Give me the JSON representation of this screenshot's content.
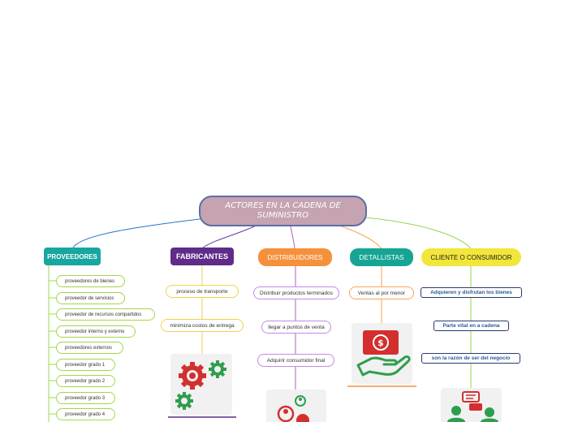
{
  "root": {
    "title": "ACTORES EN LA CADENA DE SUMINISTRO"
  },
  "branches": {
    "proveedores": {
      "label": "PROVEEDORES",
      "items": [
        "proveedores de bienes",
        "proveedor de servicios",
        "proveedor de recursos compartidos",
        "proveedor interno y externo",
        "proveedores externos",
        "proveedor grado 1",
        "proveedor grado 2",
        "proveedor grado 3",
        "proveedor grado 4"
      ]
    },
    "fabricantes": {
      "label": "FABRICANTES",
      "items": [
        "proceso de transporte",
        "minimiza costos de entrega"
      ],
      "icon": "gears-icon"
    },
    "distribuidores": {
      "label": "DISTRIBUIDORES",
      "items": [
        "Distribuir productos terminados",
        "llegar a puntos de venta",
        "Adquirir consumidor final"
      ],
      "icon": "network-people-icon"
    },
    "detallistas": {
      "label": "DETALLISTAS",
      "items": [
        "Ventas al por menor"
      ],
      "icon": "money-hand-icon"
    },
    "cliente": {
      "label": "CLIENTE O CONSUMIDOR",
      "items": [
        "Adquieren y disfrutan los bienes",
        "Parte vital en a cadena",
        "son la razón de ser del negocio"
      ],
      "icon": "conversation-icon"
    }
  },
  "colors": {
    "root_fill": "#c5a3b1",
    "proveedores": "#17a6a0",
    "fabricantes": "#5f2c8a",
    "distribuidores": "#f5913c",
    "detallistas": "#16a594",
    "cliente": "#f2e63a"
  }
}
